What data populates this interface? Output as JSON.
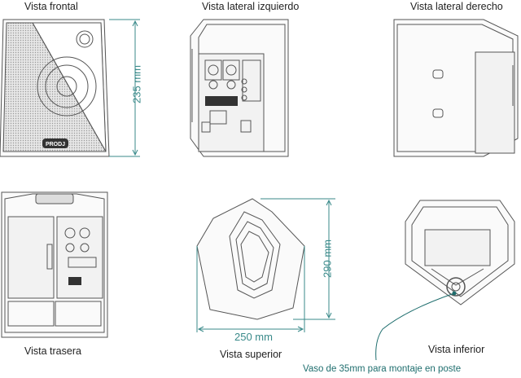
{
  "labels": {
    "front": "Vista frontal",
    "left": "Vista lateral izquierdo",
    "right": "Vista lateral derecho",
    "rear": "Vista trasera",
    "top": "Vista superior",
    "bottom": "Vista inferior"
  },
  "dimensions": {
    "height": "235 mm",
    "depth": "290 mm",
    "width": "250 mm"
  },
  "note": "Vaso de 35mm para montaje en poste",
  "logo_text": "PRODJ",
  "colors": {
    "line": "#555555",
    "dimension": "#3a8a8a",
    "accent": "#1f6e6e"
  }
}
